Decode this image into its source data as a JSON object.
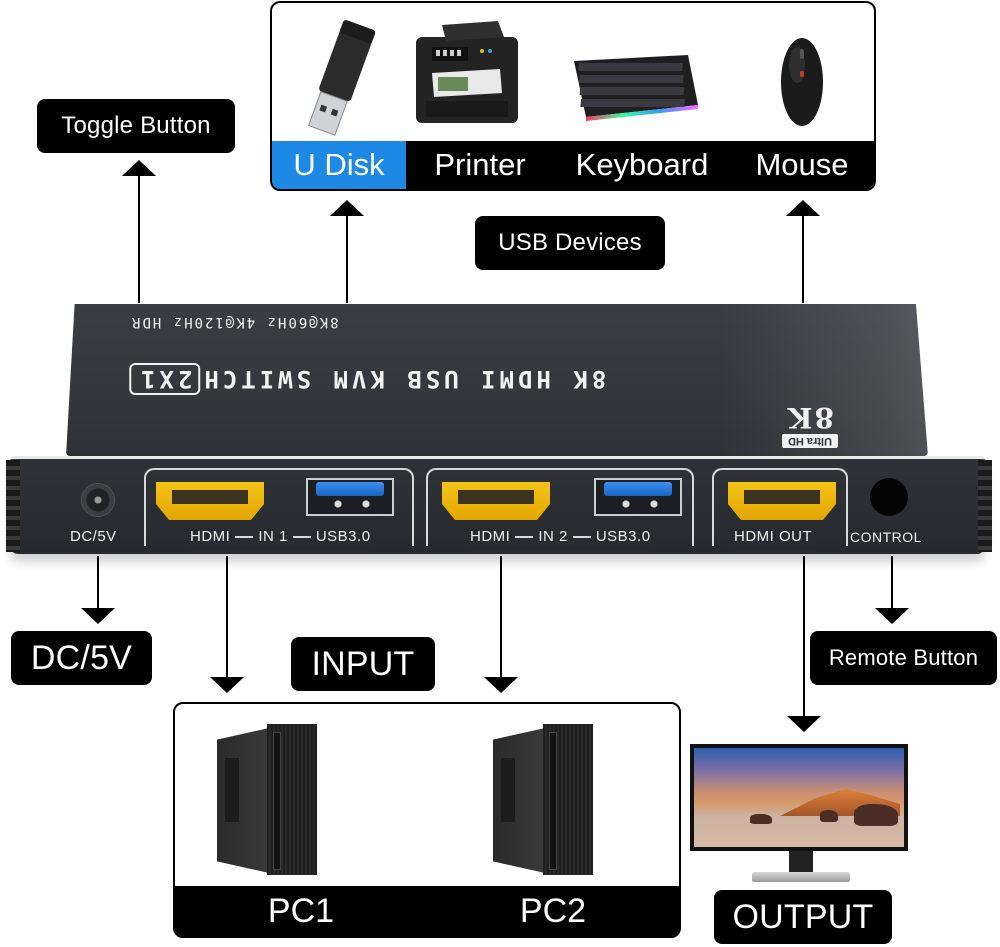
{
  "labels": {
    "toggle_button": "Toggle Button",
    "usb_devices": "USB Devices",
    "dc_5v": "DC/5V",
    "input": "INPUT",
    "remote_button": "Remote Button",
    "output": "OUTPUT"
  },
  "usb_devices": {
    "items": [
      {
        "label": "U Disk",
        "icon": "usb-flash-drive-icon",
        "highlighted": true
      },
      {
        "label": "Printer",
        "icon": "printer-icon",
        "highlighted": false
      },
      {
        "label": "Keyboard",
        "icon": "keyboard-icon",
        "highlighted": false
      },
      {
        "label": "Mouse",
        "icon": "mouse-icon",
        "highlighted": false
      }
    ],
    "highlight_color": "#1e88e5"
  },
  "device": {
    "spec_text": "8K@60Hz 4K@120Hz HDR",
    "title_text": "8K HDMI USB KVM SWITCH",
    "title_boxed": "2X1",
    "logo_small": "Ultra HD",
    "logo_big": "8K",
    "ports": {
      "dc": "DC/5V",
      "in1": {
        "hdmi": "HDMI",
        "name": "IN 1",
        "usb": "USB3.0"
      },
      "in2": {
        "hdmi": "HDMI",
        "name": "IN 2",
        "usb": "USB3.0"
      },
      "out": "HDMI OUT",
      "control": "CONTROL"
    },
    "colors": {
      "hdmi": "#f5c518",
      "usb": "#1e6fd9",
      "body": "#33363a"
    }
  },
  "inputs": {
    "pcs": [
      {
        "label": "PC1",
        "icon": "desktop-tower-icon"
      },
      {
        "label": "PC2",
        "icon": "desktop-tower-icon"
      }
    ]
  },
  "output_device": {
    "icon": "monitor-icon"
  }
}
